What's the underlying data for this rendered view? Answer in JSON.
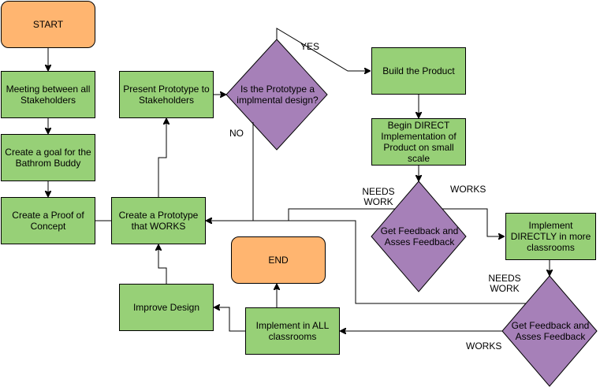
{
  "nodes": {
    "start": "START",
    "meeting": "Meeting between all Stakeholders",
    "goal": "Create a goal for the Bathrom Buddy",
    "proof": "Create a Proof of Concept",
    "prototype": "Create a Prototype that WORKS",
    "present": "Present Prototype to Stakeholders",
    "decision1": "Is the Prototype a implmental design?",
    "build": "Build the Product",
    "direct": "Begin DIRECT Implementation of Product on small scale",
    "feedback1": "Get Feedback and Asses Feedback",
    "more": "Implement DIRECTLY in more classrooms",
    "feedback2": "Get Feedback and Asses Feedback",
    "all": "Implement in ALL classrooms",
    "end": "END",
    "improve": "Improve Design"
  },
  "edge_labels": {
    "yes": "YES",
    "no": "NO",
    "needs_work_1": "NEEDS\nWORK",
    "works_1": "WORKS",
    "needs_work_2": "NEEDS\nWORK",
    "works_2": "WORKS"
  },
  "colors": {
    "process": "#97d077",
    "terminal": "#ffb570",
    "decision": "#a680b8"
  }
}
